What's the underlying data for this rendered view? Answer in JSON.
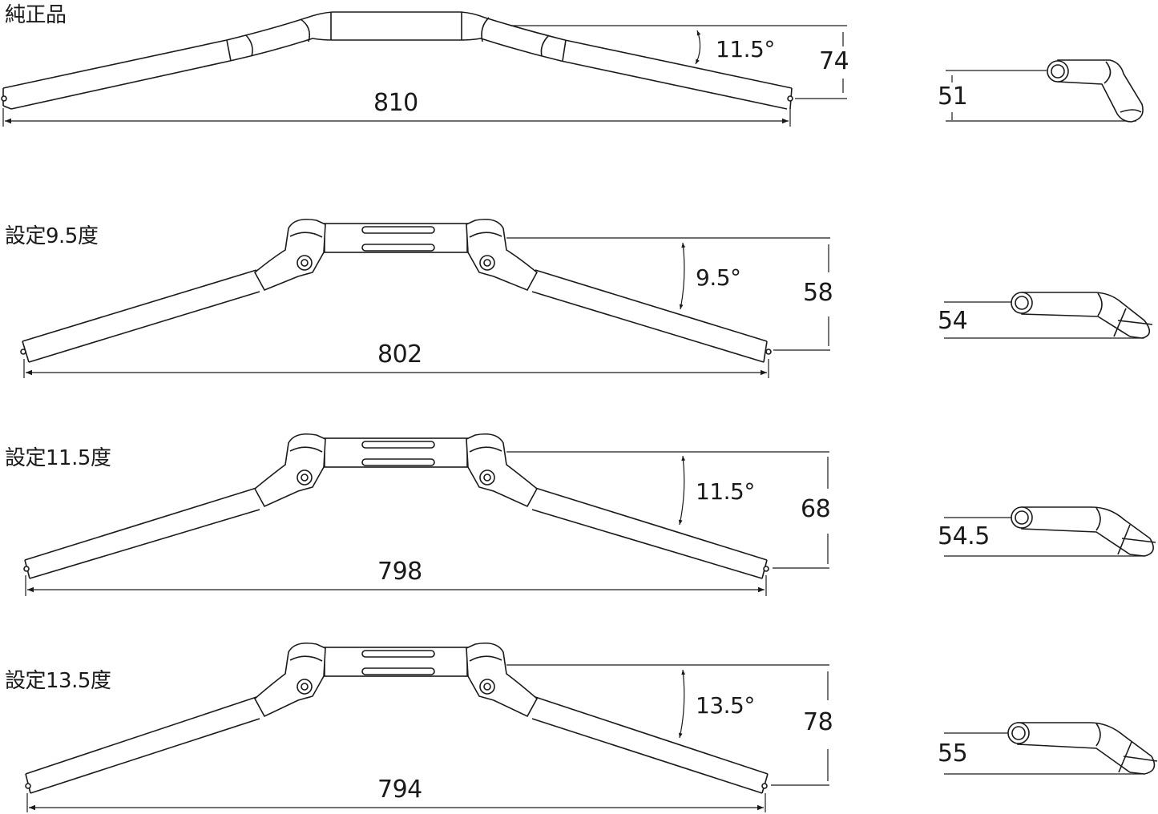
{
  "diagram": {
    "subject": "handlebar angle settings comparison",
    "line_color": "#1a1a1a",
    "background": "#ffffff",
    "rows": [
      {
        "id": "stock",
        "title": "純正品",
        "width_mm": "810",
        "angle": "11.5°",
        "rise_mm": "74",
        "side_offset_mm": "51"
      },
      {
        "id": "set-9-5",
        "title": "設定9.5度",
        "width_mm": "802",
        "angle": "9.5°",
        "rise_mm": "58",
        "side_offset_mm": "54"
      },
      {
        "id": "set-11-5",
        "title": "設定11.5度",
        "width_mm": "798",
        "angle": "11.5°",
        "rise_mm": "68",
        "side_offset_mm": "54.5"
      },
      {
        "id": "set-13-5",
        "title": "設定13.5度",
        "width_mm": "794",
        "angle": "13.5°",
        "rise_mm": "78",
        "side_offset_mm": "55"
      }
    ]
  }
}
